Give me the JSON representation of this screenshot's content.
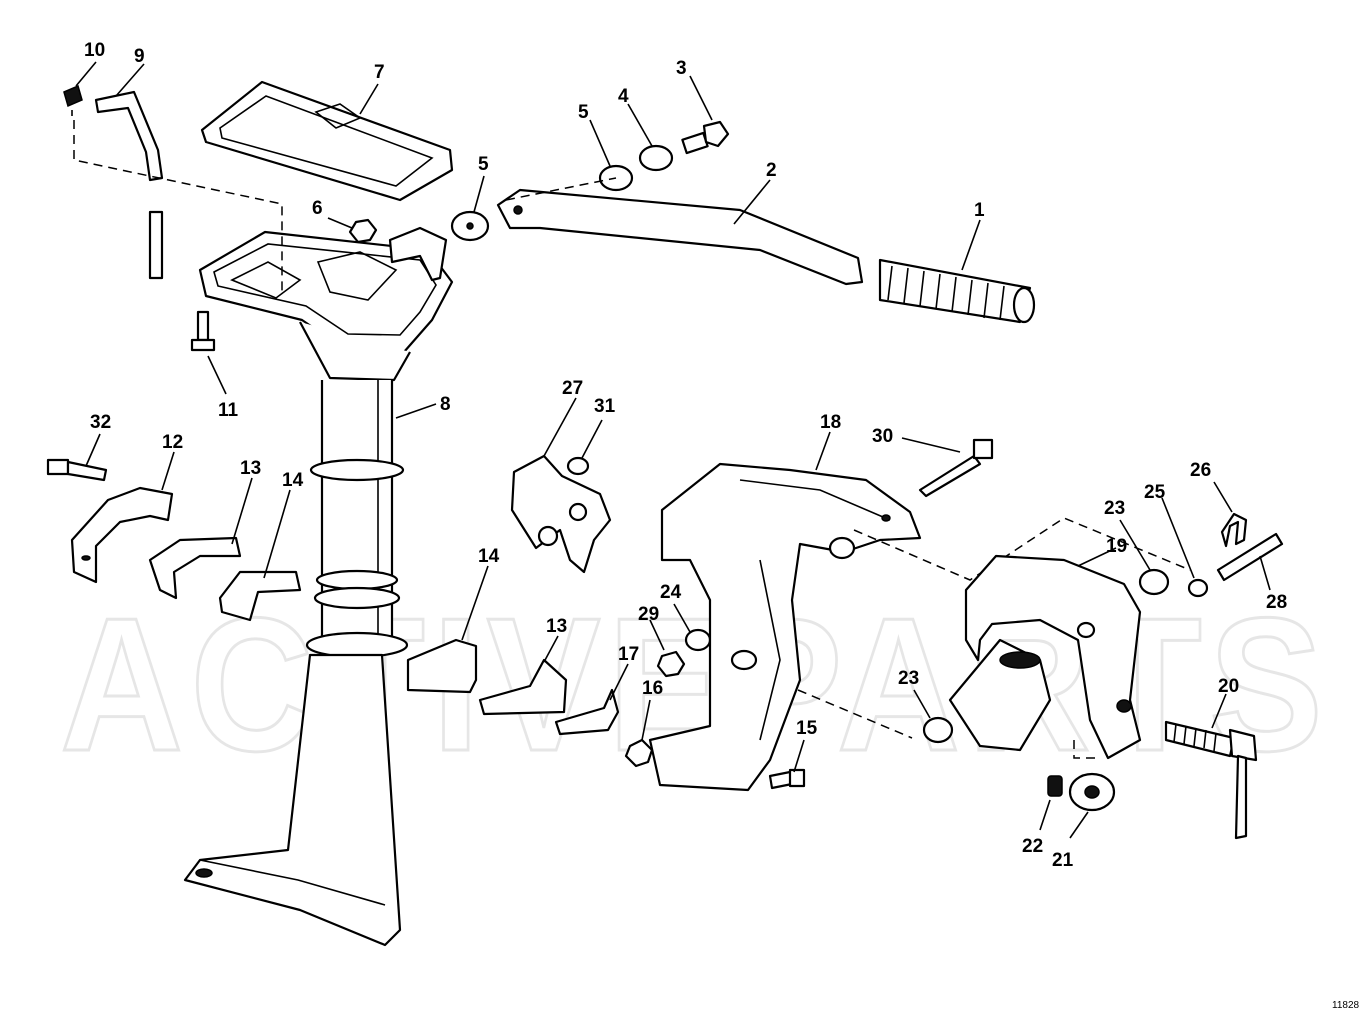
{
  "watermark": {
    "text": "ACTIVEPARTS"
  },
  "drawing_code": "11828",
  "callouts": [
    {
      "id": "callout-1",
      "label": "1"
    },
    {
      "id": "callout-2",
      "label": "2"
    },
    {
      "id": "callout-3",
      "label": "3"
    },
    {
      "id": "callout-4",
      "label": "4"
    },
    {
      "id": "callout-5a",
      "label": "5"
    },
    {
      "id": "callout-5b",
      "label": "5"
    },
    {
      "id": "callout-6",
      "label": "6"
    },
    {
      "id": "callout-7",
      "label": "7"
    },
    {
      "id": "callout-8",
      "label": "8"
    },
    {
      "id": "callout-9",
      "label": "9"
    },
    {
      "id": "callout-10",
      "label": "10"
    },
    {
      "id": "callout-11",
      "label": "11"
    },
    {
      "id": "callout-12",
      "label": "12"
    },
    {
      "id": "callout-13a",
      "label": "13"
    },
    {
      "id": "callout-13b",
      "label": "13"
    },
    {
      "id": "callout-14a",
      "label": "14"
    },
    {
      "id": "callout-14b",
      "label": "14"
    },
    {
      "id": "callout-15",
      "label": "15"
    },
    {
      "id": "callout-16",
      "label": "16"
    },
    {
      "id": "callout-17",
      "label": "17"
    },
    {
      "id": "callout-18",
      "label": "18"
    },
    {
      "id": "callout-19",
      "label": "19"
    },
    {
      "id": "callout-20",
      "label": "20"
    },
    {
      "id": "callout-21",
      "label": "21"
    },
    {
      "id": "callout-22",
      "label": "22"
    },
    {
      "id": "callout-23a",
      "label": "23"
    },
    {
      "id": "callout-23b",
      "label": "23"
    },
    {
      "id": "callout-24",
      "label": "24"
    },
    {
      "id": "callout-25",
      "label": "25"
    },
    {
      "id": "callout-26",
      "label": "26"
    },
    {
      "id": "callout-27",
      "label": "27"
    },
    {
      "id": "callout-28",
      "label": "28"
    },
    {
      "id": "callout-29",
      "label": "29"
    },
    {
      "id": "callout-30",
      "label": "30"
    },
    {
      "id": "callout-31",
      "label": "31"
    },
    {
      "id": "callout-32",
      "label": "32"
    }
  ]
}
